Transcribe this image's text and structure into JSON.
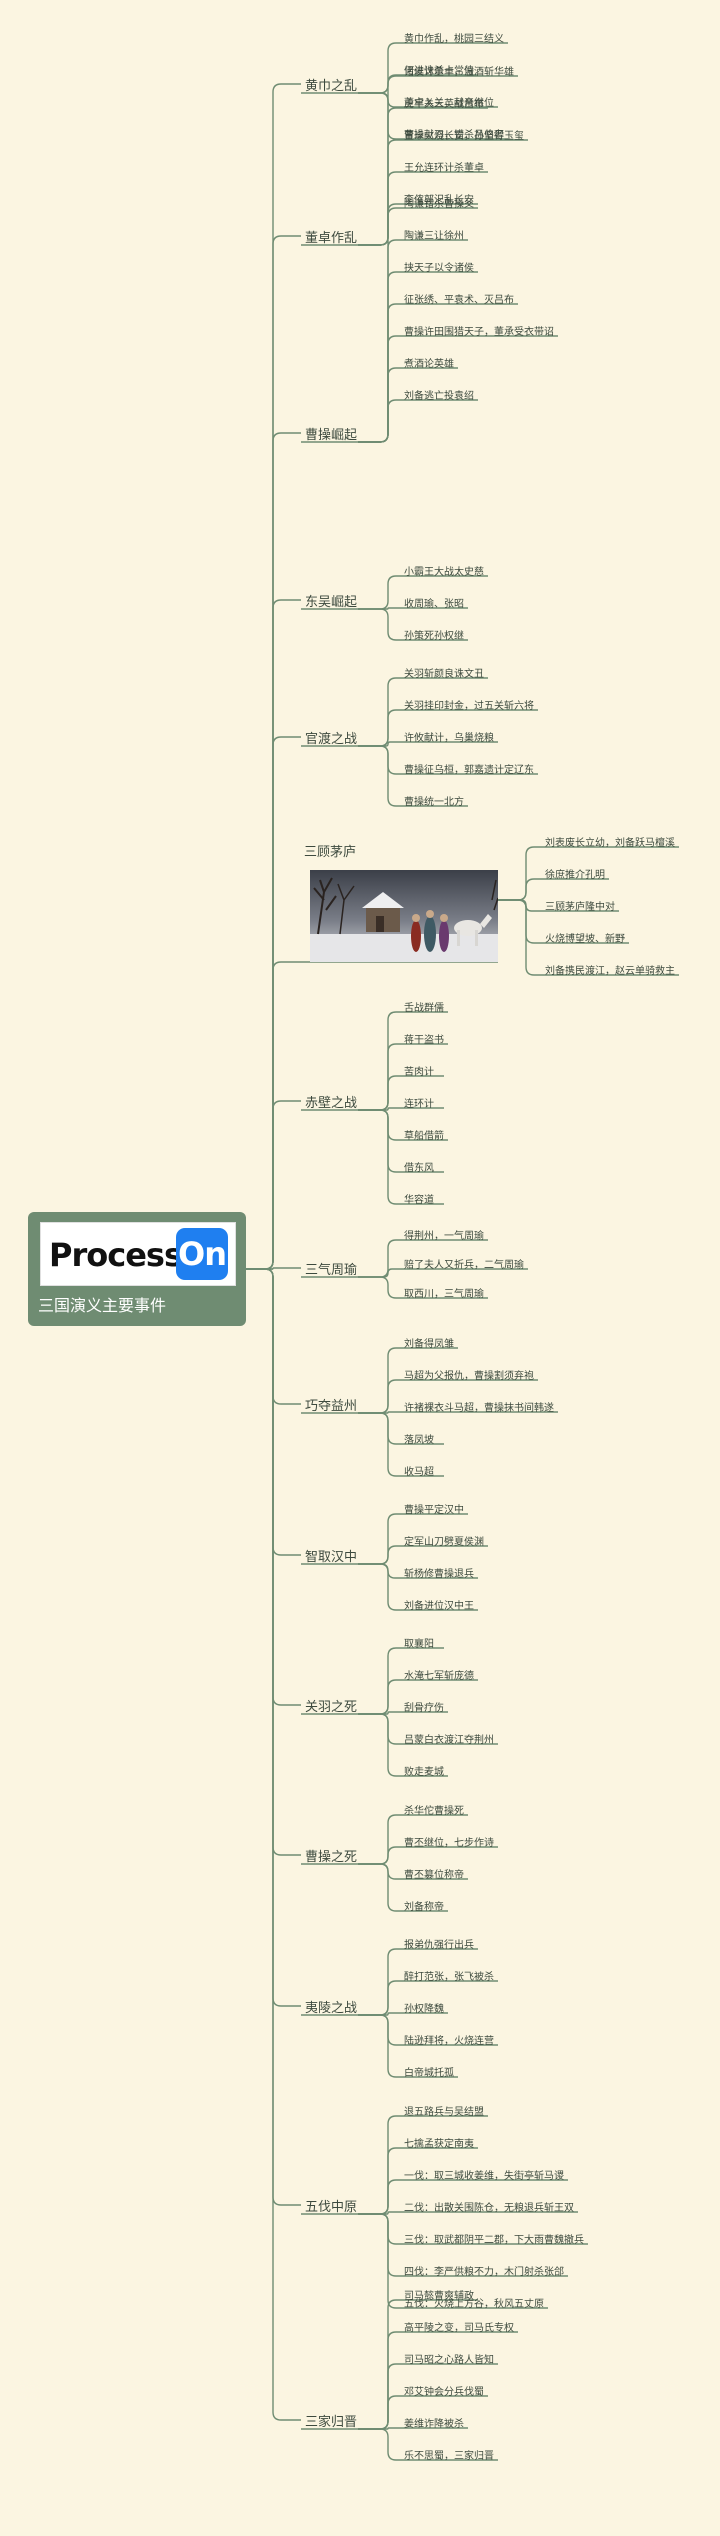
{
  "root": {
    "logo": {
      "text": "Process",
      "badge": "On",
      "badge_color": "#1f7ff0"
    },
    "title": "三国演义主要事件",
    "color": "#6f8c72"
  },
  "line_color": "#6f8c72",
  "topics": [
    {
      "label": "黄巾之乱",
      "items": [
        "黄巾作乱，桃园三结义",
        "何进诛杀十常侍",
        "董卓入关，献帝继位",
        "曹操献刀，错杀吕伯奢"
      ]
    },
    {
      "label": "董卓作乱",
      "items": [
        "诸侯讨董卓，温酒斩华雄",
        "虎牢关三英战吕布",
        "董卓火烧长安，孙坚得玉玺",
        "王允连环计杀董卓",
        "李傕郭汜乱长安"
      ]
    },
    {
      "label": "曹操崛起",
      "items": [
        "陶谦错杀曹操父",
        "陶谦三让徐州",
        "挟天子以令诸侯",
        "征张绣、平袁术、灭吕布",
        "曹操许田围猎天子，董承受衣带诏",
        "煮酒论英雄",
        "刘备逃亡投袁绍"
      ]
    },
    {
      "label": "东吴崛起",
      "items": [
        "小霸王大战太史慈",
        "收周瑜、张昭",
        "孙策死孙权继"
      ]
    },
    {
      "label": "官渡之战",
      "items": [
        "关羽斩颜良诛文丑",
        "关羽挂印封金，过五关斩六将",
        "许攸献计，乌巢烧粮",
        "曹操征乌桓，郭嘉遗计定辽东",
        "曹操统一北方"
      ]
    },
    {
      "label": "三顾茅庐",
      "has_image": true,
      "image_name": "winter-visit-painting",
      "items": [
        "刘表废长立幼，刘备跃马檀溪",
        "徐庶推介孔明",
        "三顾茅庐隆中对",
        "火烧博望坡、新野",
        "刘备携民渡江，赵云单骑救主"
      ]
    },
    {
      "label": "赤壁之战",
      "items": [
        "舌战群儒",
        "蒋干盗书",
        "苦肉计",
        "连环计",
        "草船借箭",
        "借东风",
        "华容道"
      ]
    },
    {
      "label": "三气周瑜",
      "items": [
        "得荆州，一气周瑜",
        "赔了夫人又折兵，二气周瑜",
        "取西川，三气周瑜"
      ]
    },
    {
      "label": "巧夺益州",
      "items": [
        "刘备得凤雏",
        "马超为父报仇，曹操割须弃袍",
        "许褚裸衣斗马超，曹操抹书间韩遂",
        "落凤坡",
        "收马超"
      ]
    },
    {
      "label": "智取汉中",
      "items": [
        "曹操平定汉中",
        "定军山刀劈夏侯渊",
        "斩杨修曹操退兵",
        "刘备进位汉中王"
      ]
    },
    {
      "label": "关羽之死",
      "items": [
        "取襄阳",
        "水淹七军斩庞德",
        "刮骨疗伤",
        "吕蒙白衣渡江夺荆州",
        "败走麦城"
      ]
    },
    {
      "label": "曹操之死",
      "items": [
        "杀华佗曹操死",
        "曹丕继位，七步作诗",
        "曹丕篡位称帝",
        "刘备称帝"
      ]
    },
    {
      "label": "夷陵之战",
      "items": [
        "报弟仇强行出兵",
        "醉打范张，张飞被杀",
        "孙权降魏",
        "陆逊拜将，火烧连营",
        "白帝城托孤"
      ]
    },
    {
      "label": "五伐中原",
      "items": [
        "退五路兵与吴结盟",
        "七擒孟获定南夷",
        "一伐：取三城收姜维，失街亭斩马谡",
        "二伐：出散关围陈仓，无粮退兵斩王双",
        "三伐：取武都阴平二郡，下大雨曹魏撤兵",
        "四伐：李严供粮不力，木门射杀张郃",
        "五伐：火烧上方谷，秋风五丈原"
      ]
    },
    {
      "label": "三家归晋",
      "items": [
        "司马懿曹爽辅政",
        "高平陵之变，司马氏专权",
        "司马昭之心路人皆知",
        "邓艾钟会分兵伐蜀",
        "姜维诈降被杀",
        "乐不思蜀，三家归晋"
      ]
    }
  ]
}
